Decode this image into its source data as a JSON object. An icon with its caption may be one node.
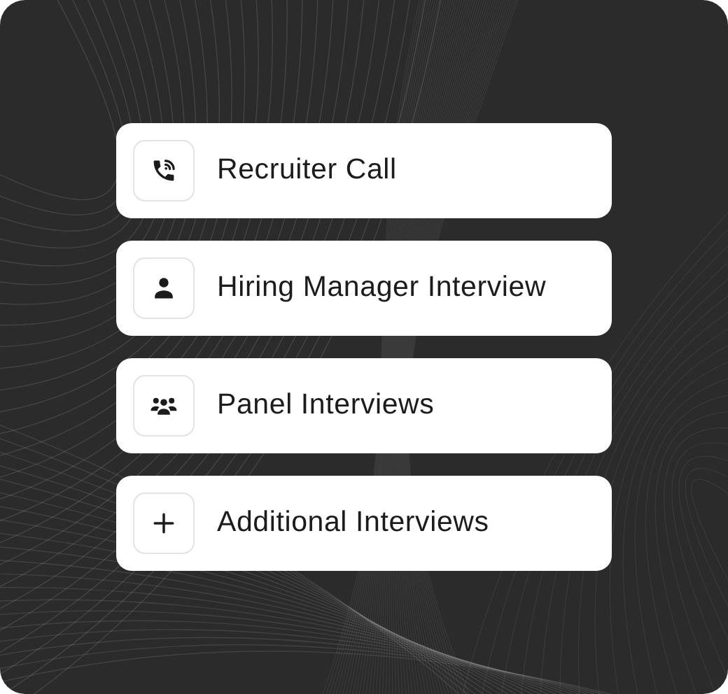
{
  "diagram": {
    "nodes": [
      {
        "text": [
          "Recruiter Call"
        ]
      },
      {
        "text": [
          "Hiring Manager Interview"
        ]
      },
      {
        "text": [
          "Panel Interviews"
        ]
      },
      {
        "text": [
          "Additional Interviews"
        ]
      }
    ]
  }
}
